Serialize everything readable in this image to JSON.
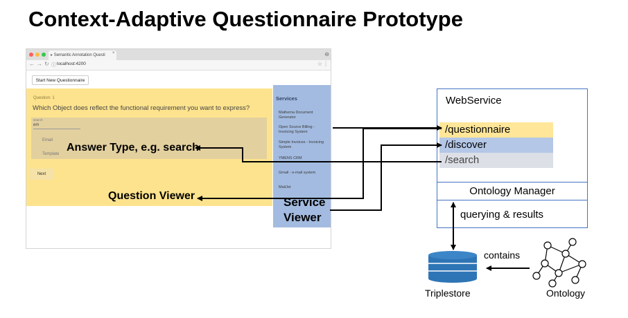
{
  "title": "Context-Adaptive Questionnaire Prototype",
  "browser": {
    "tab_title": "Semantic Annotation Questi",
    "tab_close": "×",
    "url": "localhost:4200",
    "start_button": "Start New Questionnaire",
    "question": {
      "number": "Question: 1",
      "text": "Which Object does reflect the functional requirement you want to express?",
      "search_label": "search",
      "search_value": "em",
      "options": [
        "Email",
        "Template"
      ],
      "next_button": "Next"
    },
    "services": {
      "heading": "Services",
      "items": [
        "Mathema Document Generator",
        "Open Source Billing - Invoicing System",
        "Simple Invoices - Invoicing System",
        "YMENS CRM",
        "Gmail - e-mail system",
        "MailJet"
      ]
    }
  },
  "labels": {
    "answer_type": "Answer Type, e.g. search",
    "question_viewer": "Question Viewer",
    "service_viewer_line1": "Service",
    "service_viewer_line2": "Viewer"
  },
  "webservice": {
    "title": "WebService",
    "routes": [
      "/questionnaire",
      "/discover",
      "/search"
    ],
    "ontology_manager": "Ontology Manager",
    "querying": "querying & results"
  },
  "triplestore": "Triplestore",
  "ontology": "Ontology",
  "contains": "contains",
  "colors": {
    "question_panel": "#fde38d",
    "service_panel": "#a3bbe0",
    "route_questionnaire": "#ffe699",
    "route_discover": "#b4c7e7",
    "route_search": "#dcdfe6",
    "triplestore": "#2e75b6",
    "box_border": "#4472c4"
  }
}
